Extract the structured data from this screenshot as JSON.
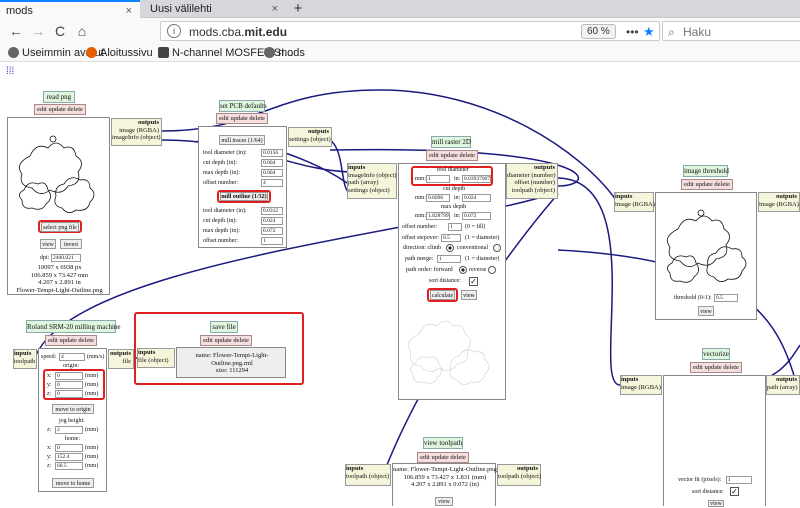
{
  "browser": {
    "tabs": [
      {
        "label": "mods",
        "close": "×"
      },
      {
        "label": "Uusi välilehti",
        "close": "×"
      }
    ],
    "new_tab": "+",
    "back": "←",
    "forward": "→",
    "reload": "C",
    "home": "⌂",
    "url_plain": "mods.cba.",
    "url_domain": "mit.edu",
    "zoom": "60 %",
    "page_actions": "•••",
    "star": "★",
    "search_placeholder": "Haku",
    "search_icon": "⌕",
    "bookmarks": [
      {
        "label": "Useimmin avatut",
        "color": "#555"
      },
      {
        "label": "Aloitussivu",
        "color": "#e66000"
      },
      {
        "label": "N-channel MOSFET SI...",
        "color": "#333"
      },
      {
        "label": "mods",
        "color": "#555"
      }
    ]
  },
  "app_grid": "⁞⁞⁞",
  "modules": {
    "read_png": {
      "title": "read png",
      "eud": "edit update delete",
      "out_header": "outputs",
      "out_ports": "image (RGBA)\nimageInfo (object)",
      "select_btn": "select png file",
      "view": "view",
      "invert": "invert",
      "dpi_label": "dpi:",
      "dpi": "2400.021",
      "info": "10097 x 6938 px\n106.859 x 73.427 mm\n4.207 x 2.891 in\nFlower-Tempt-Light-Outline.png"
    },
    "pcb_defaults": {
      "title": "set PCB defaults",
      "eud": "edit update delete",
      "traces_btn": "mill traces (1/64)",
      "outline_btn": "mill outline (1/32)",
      "fields": [
        {
          "label": "tool diameter (in):",
          "value": "0.0156"
        },
        {
          "label": "cut depth (in):",
          "value": "0.004"
        },
        {
          "label": "max depth (in):",
          "value": "0.004"
        },
        {
          "label": "offset number:",
          "value": "4"
        }
      ],
      "fields2": [
        {
          "label": "tool diameter (in):",
          "value": "0.0312"
        },
        {
          "label": "cut depth (in):",
          "value": "0.024"
        },
        {
          "label": "max depth (in):",
          "value": "0.072"
        },
        {
          "label": "offset number:",
          "value": "1"
        }
      ],
      "out_header": "outputs",
      "out_ports": "settings (object)"
    },
    "mill_raster": {
      "title": "mill raster 2D",
      "eud": "edit update delete",
      "in_header": "inputs",
      "in_ports": "imageInfo (object)\npath (array)\nsettings (object)",
      "out_header": "outputs",
      "out_ports": "diameter (number)\noffset (number)\ntoolpath (object)",
      "tool_diameter": "tool diameter",
      "mm": "mm:",
      "mm_val": "1",
      "in": "in:",
      "in_val": "0.03937007",
      "cut_depth": "cut depth",
      "cd_mm": "0.6096",
      "cd_in": "0.024",
      "max_depth": "max depth",
      "md_mm": "1.8287999",
      "md_in": "0.072",
      "offset_number": "offset number:",
      "on_val": "1",
      "on_hint": "(0 = fill)",
      "offset_stepover": "offset stepover:",
      "os_val": "0.5",
      "os_hint": "(1 = diameter)",
      "direction": "direction: climb",
      "conventional": "conventional",
      "path_merge": "path merge:",
      "pm_val": "1",
      "pm_hint": "(1 = diameter)",
      "path_order": "path order: forward",
      "reverse": "reverse",
      "sort_distance": "sort distance:",
      "calculate": "calculate",
      "view": "view"
    },
    "image_threshold": {
      "title": "image threshold",
      "eud": "edit update delete",
      "in_header": "inputs",
      "in_ports": "image (RGBA)",
      "out_header": "outputs",
      "out_ports": "image (RGBA)",
      "threshold_label": "threshold (0-1):",
      "threshold": "0.5",
      "view": "view"
    },
    "roland": {
      "title": "Roland SRM-20 milling machine",
      "eud": "edit update delete",
      "in_header": "inputs",
      "in_ports": "toolpath",
      "out_header": "outputs",
      "out_ports": "file",
      "speed_label": "speed:",
      "speed": "4",
      "speed_unit": "(mm/s)",
      "origin": "origin:",
      "x": "x:",
      "x_val": "0",
      "y": "y:",
      "y_val": "0",
      "z": "z:",
      "z_val": "0",
      "mm": "(mm)",
      "move_origin": "move to origin",
      "jog": "jog height:",
      "jog_z": "2",
      "home": "home:",
      "hx": "0",
      "hy": "152.4",
      "hz": "60.5",
      "move_home": "move to home"
    },
    "save_file": {
      "title": "save file",
      "eud": "edit update delete",
      "in_header": "inputs",
      "in_ports": "file (object)",
      "info": "name: Flower-Tempt-Light-\nOutline.png.rml\nsize: 111294"
    },
    "vectorize": {
      "title": "vectorize",
      "eud": "edit update delete",
      "in_header": "inputs",
      "in_ports": "image (RGBA)",
      "out_header": "outputs",
      "out_ports": "path (array)",
      "vector_fit": "vector fit (pixels):",
      "vf_val": "1",
      "sort_distance": "sort distance:",
      "view": "view"
    },
    "view_toolpath": {
      "title": "view toolpath",
      "eud": "edit update delete",
      "in_header": "inputs",
      "in_ports": "toolpath (object)",
      "out_header": "outputs",
      "out_ports": "toolpath (object)",
      "info": "name: Flower-Tempt-Light-Outline.png\n106.859 x 73.427 x 1.831 (mm)\n4.207 x 2.891 x 0.072 (in)",
      "view": "view"
    }
  },
  "colors": {
    "link": "#1a1a80",
    "highlight": "#e02020",
    "title_bg": "#dff5dd",
    "eud_bg": "#f4dede",
    "port_bg": "#f5f5dc"
  }
}
